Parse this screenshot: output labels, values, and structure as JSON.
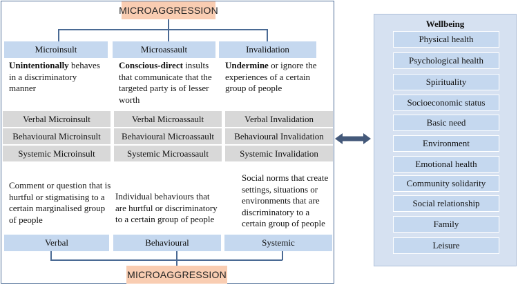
{
  "top_title": "MICROAGGRESSION",
  "bottom_title": "MICROAGGRESSION",
  "categories": [
    {
      "label": "Microinsult",
      "desc_bold": "Unintentionally",
      "desc_rest": " behaves in a discriminatory manner"
    },
    {
      "label": "Microassault",
      "desc_bold": "Conscious-direct",
      "desc_rest": " insults that communicate that the targeted party is of lesser worth"
    },
    {
      "label": "Invalidation",
      "desc_bold": "Undermine",
      "desc_rest": " or ignore the experiences of a certain group of people"
    }
  ],
  "grid": [
    [
      "Verbal Microinsult",
      "Verbal Microassault",
      "Verbal Invalidation"
    ],
    [
      "Behavioural Microinsult",
      "Behavioural Microassault",
      "Behavioural Invalidation"
    ],
    [
      "Systemic Microinsult",
      "Systemic Microassault",
      "Systemic Invalidation"
    ]
  ],
  "types": [
    {
      "desc": "Comment or question that is hurtful or stigmatising to a certain marginalised group of people",
      "label": "Verbal"
    },
    {
      "desc": "Individual behaviours that are hurtful or discriminatory to a certain group of people",
      "label": "Behavioural"
    },
    {
      "desc": "Social norms that create settings, situations or environments that are discriminatory to a certain group of people",
      "label": "Systemic"
    }
  ],
  "wellbeing": {
    "title": "Wellbeing",
    "items": [
      "Physical health",
      "Psychological health",
      "Spirituality",
      "Socioeconomic status",
      "Basic need",
      "Environment",
      "Emotional health",
      "Community solidarity",
      "Social relationship",
      "Family",
      "Leisure"
    ]
  },
  "colors": {
    "title_box": "#f9cdb2",
    "category_box": "#c5d8ef",
    "grid_box": "#d8d8d8",
    "panel": "#d6e1f1",
    "connector": "#4a6a94"
  }
}
